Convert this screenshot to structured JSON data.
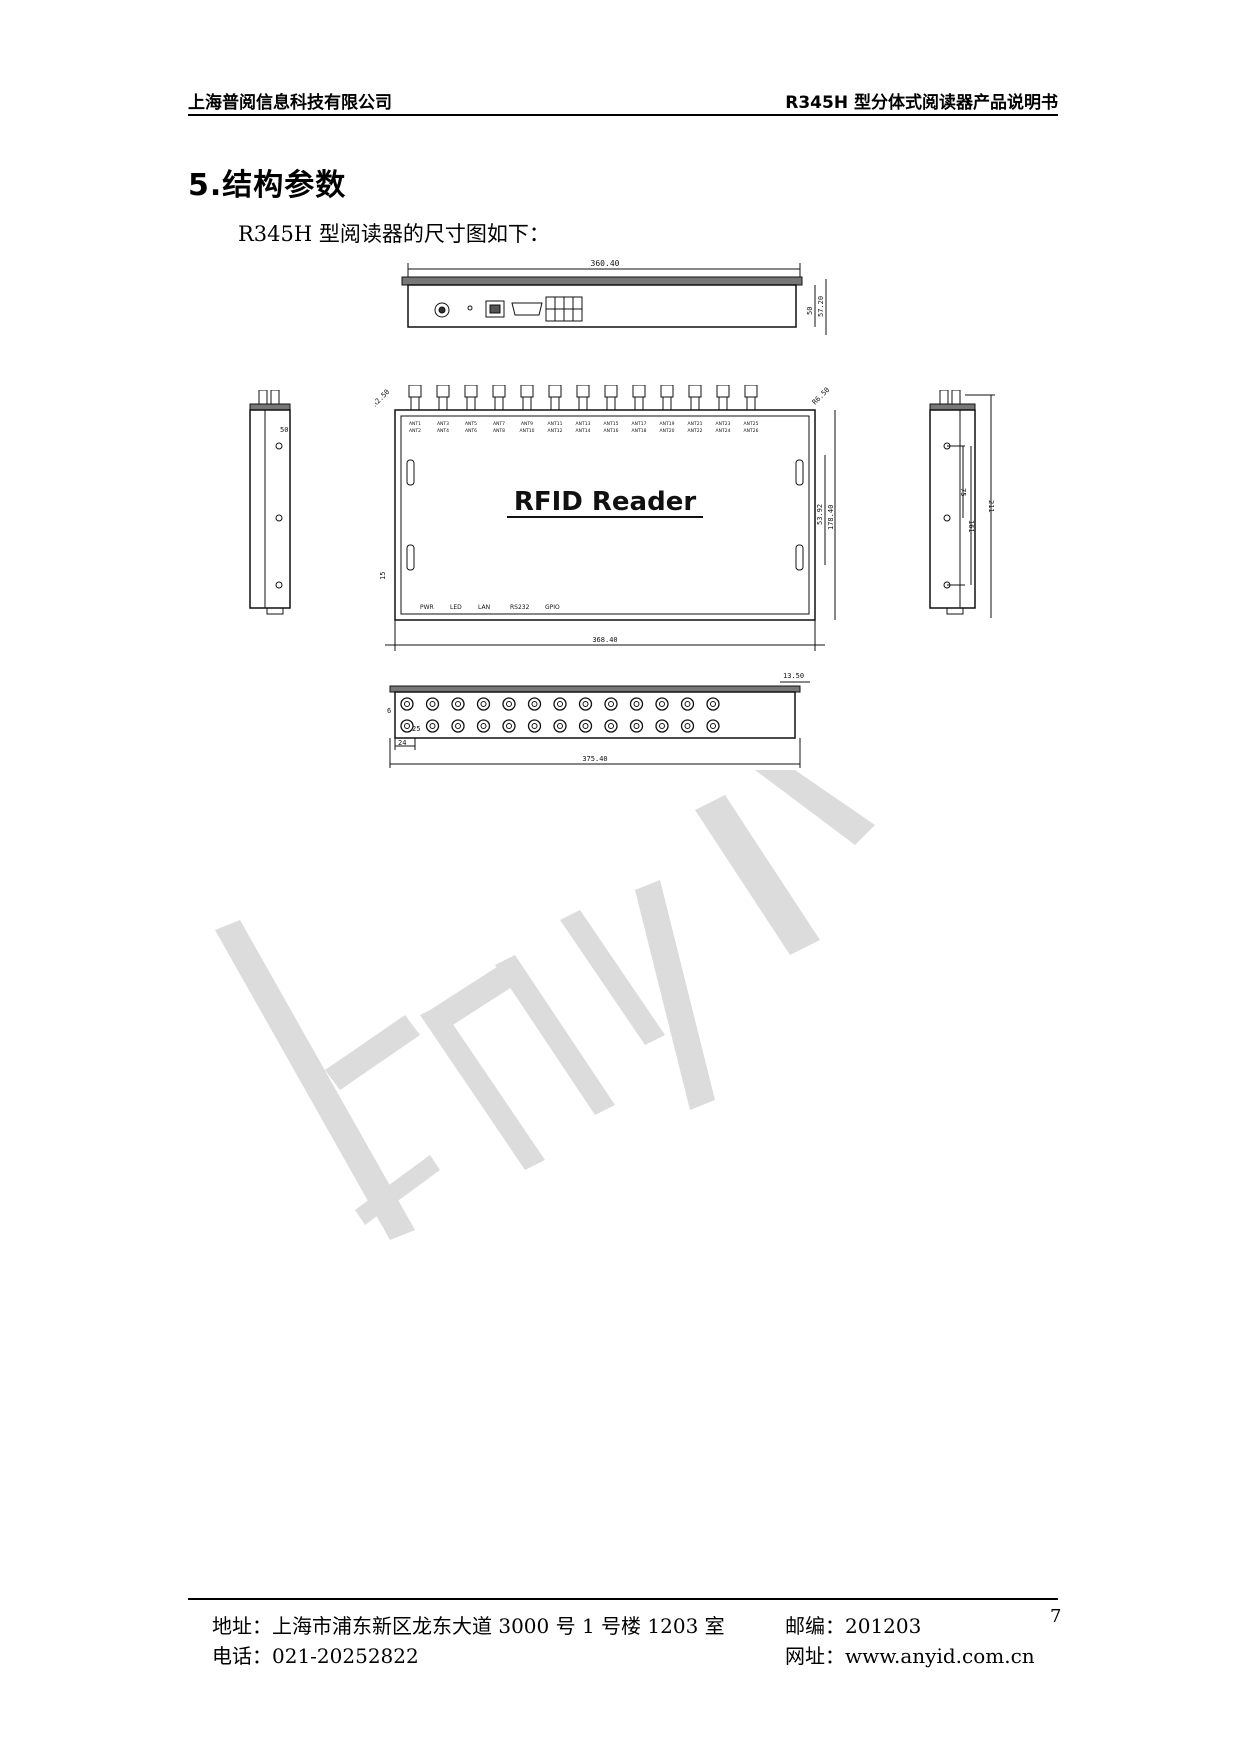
{
  "header": {
    "company": "上海普阅信息科技有限公司",
    "doc_title": "R345H 型分体式阅读器产品说明书"
  },
  "section": {
    "title": "5.结构参数",
    "intro": "R345H 型阅读器的尺寸图如下："
  },
  "diagram": {
    "front_view": {
      "width_dim": "360.40",
      "height_dims": [
        "50",
        "57.20"
      ]
    },
    "top_view": {
      "label": "RFID Reader",
      "antenna_labels": [
        [
          "ANT1",
          "ANT2"
        ],
        [
          "ANT3",
          "ANT4"
        ],
        [
          "ANT5",
          "ANT6"
        ],
        [
          "ANT7",
          "ANT8"
        ],
        [
          "ANT9",
          "ANT10"
        ],
        [
          "ANT11",
          "ANT12"
        ],
        [
          "ANT13",
          "ANT14"
        ],
        [
          "ANT15",
          "ANT16"
        ],
        [
          "ANT17",
          "ANT18"
        ],
        [
          "ANT19",
          "ANT20"
        ],
        [
          "ANT21",
          "ANT22"
        ],
        [
          "ANT23",
          "ANT24"
        ],
        [
          "ANT25",
          "ANT26"
        ]
      ],
      "port_labels": [
        "PWR",
        "LED",
        "LAN",
        "RS232",
        "GPIO"
      ],
      "dims": {
        "left_round": "R2.50",
        "right_round": "R6.50",
        "slot_h": "15",
        "inner_h": "53.92",
        "outer_h": "178.40",
        "bottom_w": "368.40"
      }
    },
    "left_view": {
      "dim": "50"
    },
    "right_view": {
      "dims": [
        "75",
        "211",
        "161"
      ]
    },
    "back_view": {
      "dims": [
        "13.50",
        "6",
        "25",
        "24",
        "375.40"
      ]
    }
  },
  "watermark": "AnyID",
  "footer": {
    "address": "地址：上海市浦东新区龙东大道 3000 号 1 号楼 1203 室",
    "postcode": "邮编：201203",
    "phone": "电话：021-20252822",
    "website": "网址：www.anyid.com.cn",
    "page_number": "7"
  },
  "colors": {
    "text": "#000000",
    "watermark": "#d9d9d9",
    "line": "#111111"
  }
}
